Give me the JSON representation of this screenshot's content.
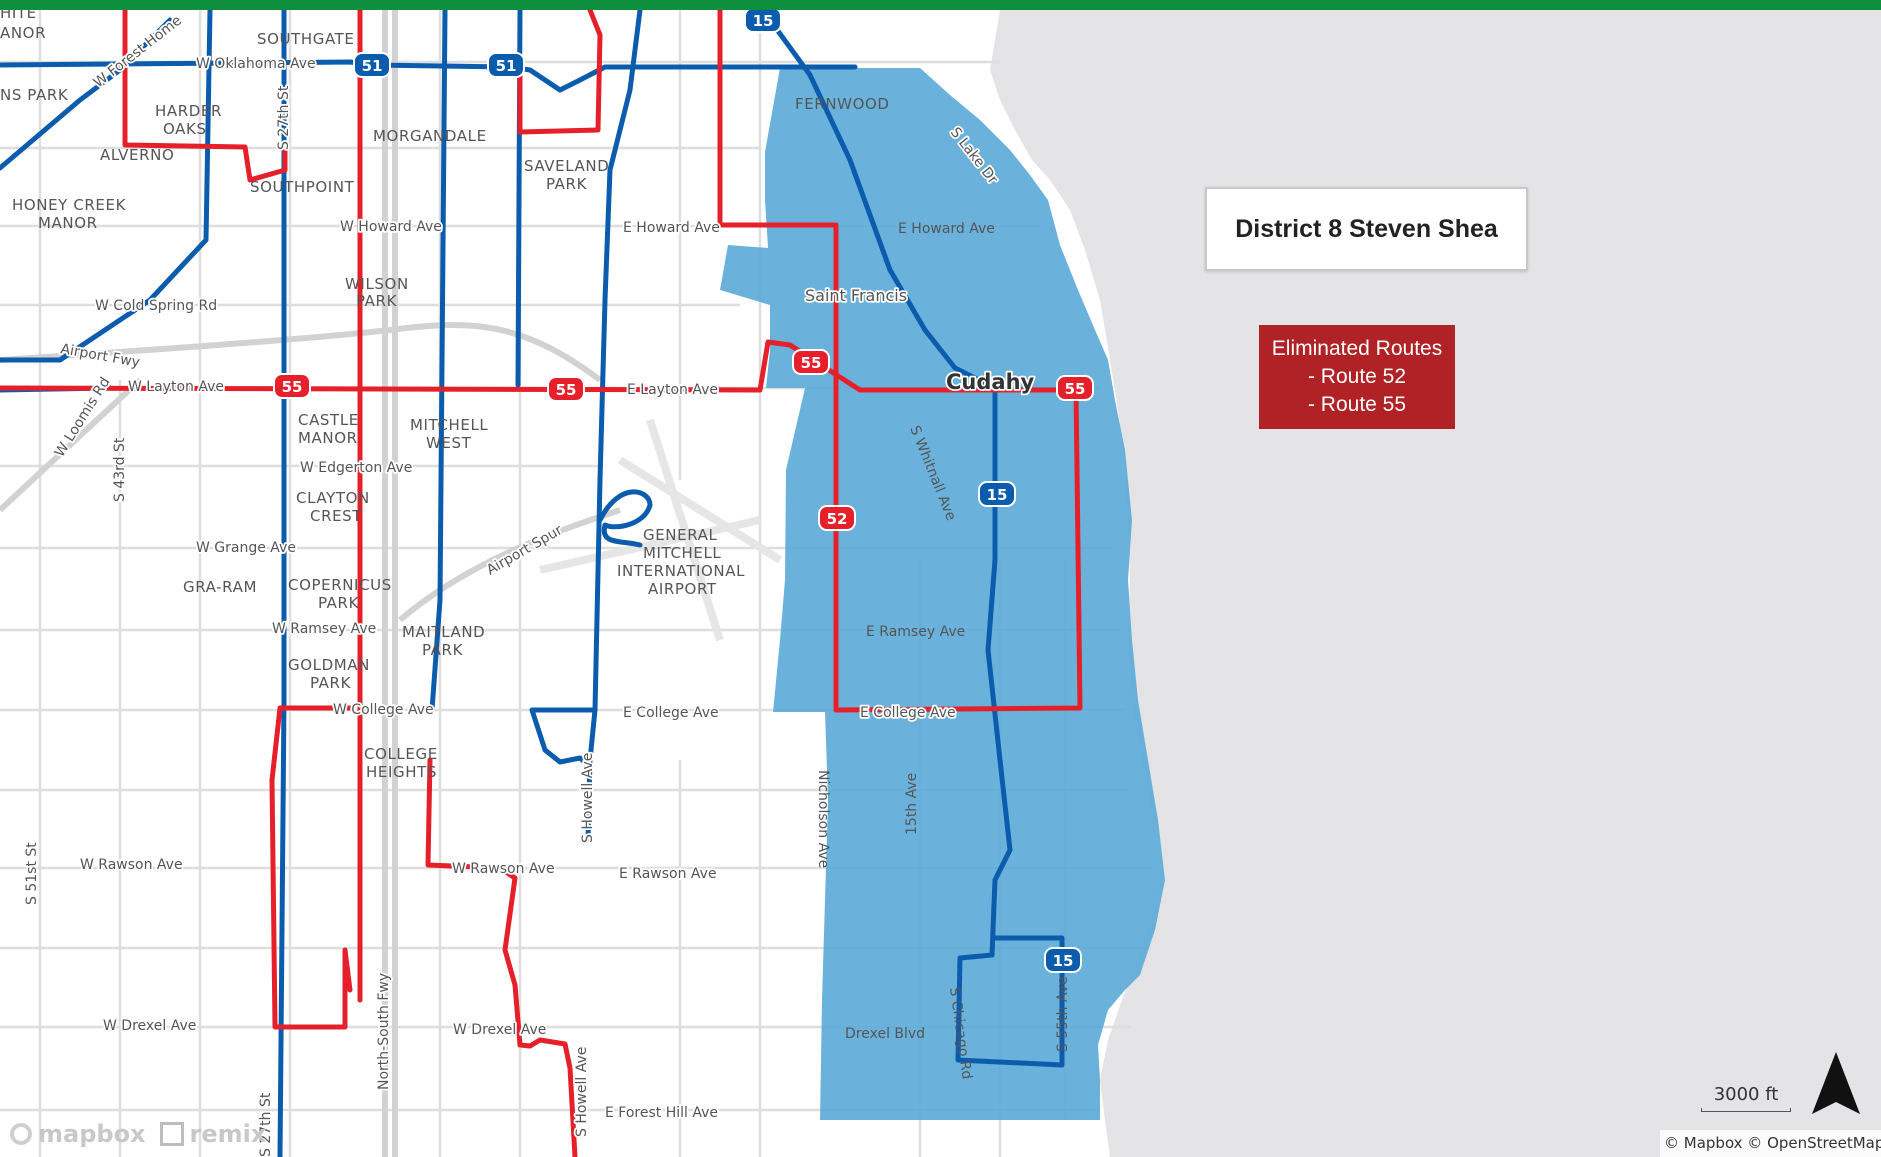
{
  "district": {
    "title": "District 8 Steven Shea"
  },
  "eliminated": {
    "heading": "Eliminated Routes",
    "items": [
      "- Route 52",
      "- Route 55"
    ]
  },
  "scale": {
    "label": "3000 ft"
  },
  "attribution": "© Mapbox © OpenStreetMap",
  "branding": {
    "mapbox": "mapbox",
    "remix": "remix"
  },
  "colors": {
    "top_bar": "#0e8f3e",
    "lake": "#e4e4e6",
    "district_fill": "#5aaad8",
    "route_kept": "#0b5cad",
    "route_eliminated": "#e5202b",
    "eliminated_box": "#b02226"
  },
  "icons": {
    "north_arrow": "north-arrow-icon",
    "mapbox_logo": "mapbox-logo-icon",
    "remix_logo": "remix-logo-icon"
  },
  "shields": {
    "r15_top": "15",
    "r51_a": "51",
    "r51_b": "51",
    "r55_a": "55",
    "r55_b": "55",
    "r55_c": "55",
    "r55_d": "55",
    "r52": "52",
    "r15_mid": "15",
    "r15_low": "15"
  },
  "places": {
    "white_manor_1": "HITE",
    "white_manor_2": "ANOR",
    "southgate": "SOUTHGATE",
    "ns_park": "NS PARK",
    "harder_1": "HARDER",
    "harder_2": "OAKS",
    "alverno": "ALVERNO",
    "morgandale": "MORGANDALE",
    "saveland_1": "SAVELAND",
    "saveland_2": "PARK",
    "fernwood": "FERNWOOD",
    "southpoint": "SOUTHPOINT",
    "honey_1": "HONEY CREEK",
    "honey_2": "MANOR",
    "wilson_1": "WILSON",
    "wilson_2": "PARK",
    "saint_francis": "Saint Francis",
    "cudahy": "Cudahy",
    "castle_1": "CASTLE",
    "castle_2": "MANOR",
    "mitchell_1": "MITCHELL",
    "mitchell_2": "WEST",
    "clayton_1": "CLAYTON",
    "clayton_2": "CREST",
    "airport_1": "GENERAL",
    "airport_2": "MITCHELL",
    "airport_3": "INTERNATIONAL",
    "airport_4": "AIRPORT",
    "graram": "GRA-RAM",
    "copernicus_1": "COPERNICUS",
    "copernicus_2": "PARK",
    "maitland_1": "MAITLAND",
    "maitland_2": "PARK",
    "goldman_1": "GOLDMAN",
    "goldman_2": "PARK",
    "college_1": "COLLEGE",
    "college_2": "HEIGHTS"
  },
  "streets": {
    "w_oklahoma": "W Oklahoma Ave",
    "w_foresthome": "W Forest Home",
    "s27th_a": "S 27th St",
    "s_lake_dr": "S Lake Dr",
    "w_howard": "W Howard Ave",
    "e_howard_a": "E Howard Ave",
    "e_howard_b": "E Howard Ave",
    "w_cold_spring": "W Cold Spring Rd",
    "airport_fwy": "Airport Fwy",
    "w_layton": "W Layton Ave",
    "e_layton": "E Layton Ave",
    "w_loomis": "W Loomis Rd",
    "s43rd": "S 43rd St",
    "w_edgerton": "W Edgerton Ave",
    "s_whitnall": "S Whitnall Ave",
    "airport_spur": "Airport Spur",
    "w_grange": "W Grange Ave",
    "w_ramsey": "W Ramsey Ave",
    "e_ramsey": "E Ramsey Ave",
    "w_college": "W College Ave",
    "e_college_a": "E College Ave",
    "e_college_b": "E College Ave",
    "nicholson": "Nicholson Ave",
    "s15th": "15th Ave",
    "s_howell_a": "S Howell Ave",
    "s51st": "S 51st St",
    "w_rawson_a": "W Rawson Ave",
    "w_rawson_b": "W Rawson Ave",
    "e_rawson": "E Rawson Ave",
    "north_south_fwy": "North-South Fwy",
    "s_chicago": "S Chicago Rd",
    "s55th": "S 55th Ave",
    "w_drexel_a": "W Drexel Ave",
    "w_drexel_b": "W Drexel Ave",
    "drexel_blvd": "Drexel Blvd",
    "s_howell_b": "S Howell Ave",
    "e_forest_hill": "E Forest Hill Ave",
    "s27th_b": "S 27th St"
  }
}
